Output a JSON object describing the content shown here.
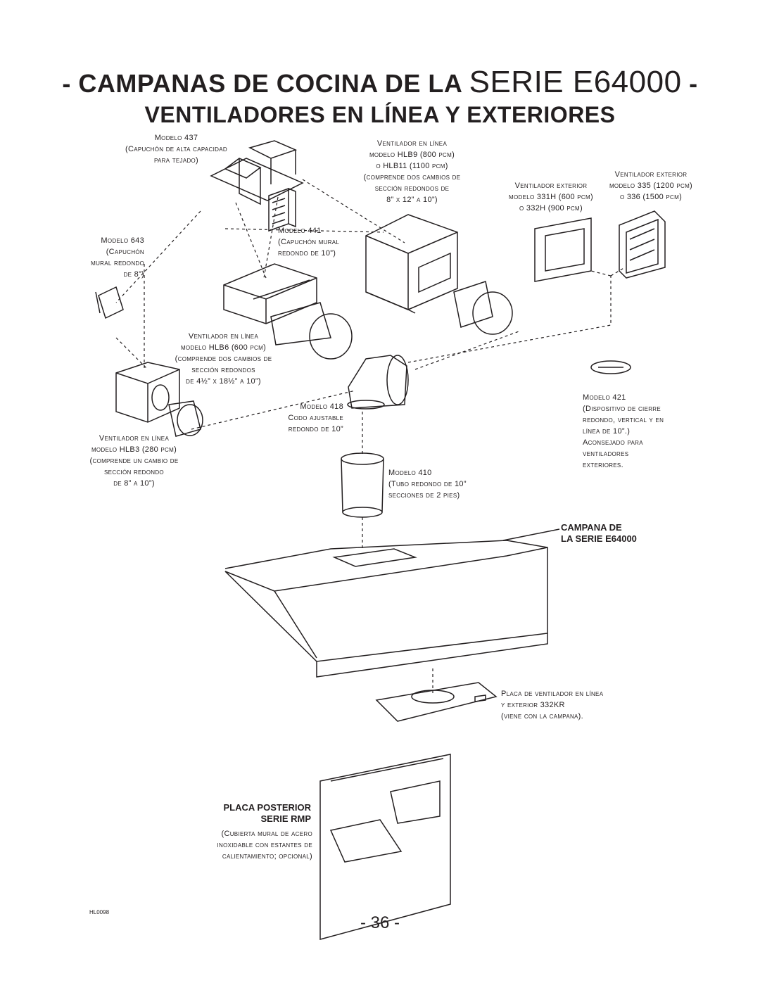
{
  "title": {
    "prefix": "- CAMPANAS DE COCINA DE LA ",
    "series": "SERIE E64000",
    "suffix": " -",
    "line2": "VENTILADORES EN LÍNEA Y EXTERIORES"
  },
  "labels": {
    "m437": [
      "Modelo 437",
      "(Capuchón de alta capacidad",
      "para tejado)"
    ],
    "hlb9": [
      "Ventilador en línea",
      "modelo HLB9 (800 pcm)",
      "o HLB11 (1100 pcm)",
      "(comprende dos cambios de",
      "sección redondos de",
      "8” x 12” a 10”)"
    ],
    "ext331": [
      "Ventilador exterior",
      "modelo 331H (600 pcm)",
      "o 332H (900 pcm)"
    ],
    "ext335": [
      "Ventilador exterior",
      "modelo 335 (1200 pcm)",
      "o 336 (1500 pcm)"
    ],
    "m441": [
      "Modelo 441",
      "(Capuchón mural",
      "redondo de 10”)"
    ],
    "m643": [
      "Modelo 643",
      "(Capuchón",
      "mural redondo",
      "de 8”)"
    ],
    "hlb6": [
      "Ventilador en línea",
      "modelo HLB6 (600 pcm)",
      "(comprende dos cambios de",
      "sección redondos",
      "de 4½” x 18½” a 10”)"
    ],
    "m418": [
      "Modelo 418",
      "Codo ajustable",
      "redondo de 10”"
    ],
    "m421": [
      "Modelo 421",
      "(Dispositivo de cierre",
      "redondo, vertical y en",
      "línea de 10”.)",
      "Aconsejado para",
      "ventiladores",
      "exteriores."
    ],
    "hlb3": [
      "Ventilador en línea",
      "modelo HLB3 (280 pcm)",
      "(comprende un cambio de",
      "sección redondo",
      "de 8” a 10”)"
    ],
    "m410": [
      "Modelo 410",
      "(Tubo redondo de 10”",
      "secciones de 2 pies)"
    ],
    "campana": [
      "CAMPANA DE",
      "LA SERIE E64000"
    ],
    "placa332": [
      "Placa de ventilador en línea",
      "y exterior 332KR",
      "(viene con la campana)."
    ],
    "rmp_title": [
      "PLACA POSTERIOR",
      "SERIE RMP"
    ],
    "rmp_desc": [
      "(Cubierta mural de acero",
      "inoxidable con estantes de",
      "calientamiento; opcional)"
    ]
  },
  "code": "HL0098",
  "page_number": "- 36 -"
}
